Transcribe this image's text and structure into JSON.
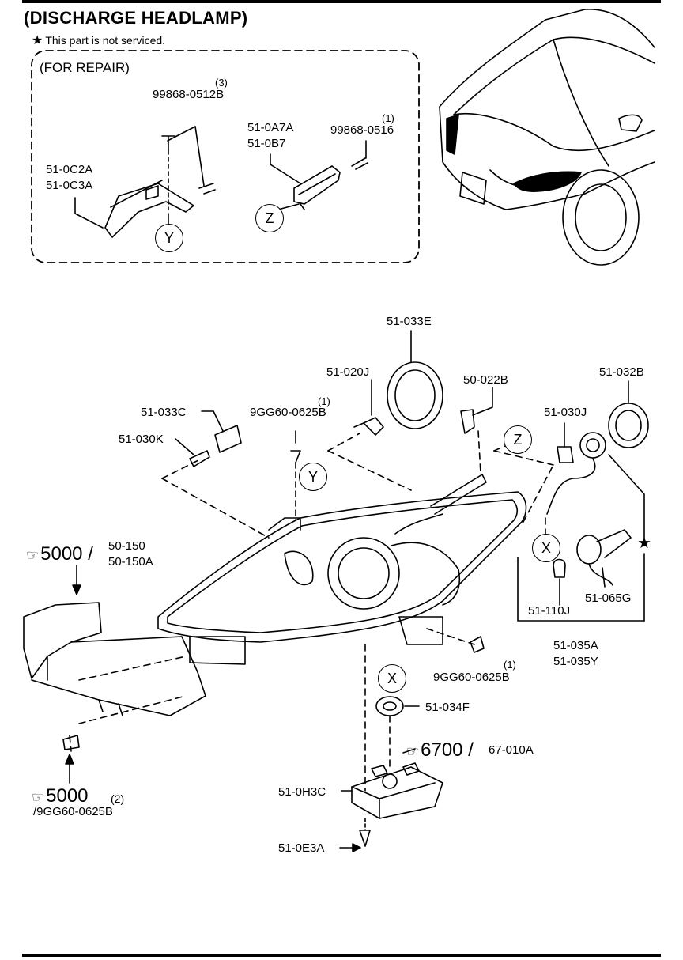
{
  "title": "(DISCHARGE HEADLAMP)",
  "note": {
    "symbol": "★",
    "text": "This part is not serviced."
  },
  "repair_box": {
    "title": "(FOR REPAIR)",
    "labels": {
      "p99868_0512b": "99868-0512B",
      "p99868_0512b_qty": "(3)",
      "p51_0c2a": "51-0C2A",
      "p51_0c3a": "51-0C3A",
      "p51_0a7a": "51-0A7A",
      "p51_0b7": "51-0B7",
      "p99868_0516": "99868-0516",
      "p99868_0516_qty": "(1)"
    },
    "callouts": {
      "y": "Y",
      "z": "Z"
    }
  },
  "main": {
    "labels": {
      "p51_033e": "51-033E",
      "p51_020j": "51-020J",
      "p50_022b": "50-022B",
      "p51_032b": "51-032B",
      "p51_033c": "51-033C",
      "p9gg60_top": "9GG60-0625B",
      "p9gg60_top_qty": "(1)",
      "p51_030k": "51-030K",
      "p51_030j": "51-030J",
      "p50_150": "50-150",
      "p50_150a": "50-150A",
      "p51_110j": "51-110J",
      "p51_065g": "51-065G",
      "p51_035a": "51-035A",
      "p51_035y": "51-035Y",
      "p9gg60_mid": "9GG60-0625B",
      "p9gg60_mid_qty": "(1)",
      "p51_034f": "51-034F",
      "p67_010a": "67-010A",
      "p51_0h3c": "51-0H3C",
      "p51_0e3a": "51-0E3A",
      "p9gg60_bottom": "/9GG60-0625B",
      "p5000_qty": "(2)"
    },
    "refs": {
      "r5000_top": "5000",
      "r6700": "6700",
      "r5000_bottom": "5000"
    },
    "hand_symbol": "☞",
    "star_symbol": "★",
    "callouts": {
      "z": "Z",
      "y": "Y",
      "x_top": "X",
      "x_bottom": "X"
    }
  }
}
